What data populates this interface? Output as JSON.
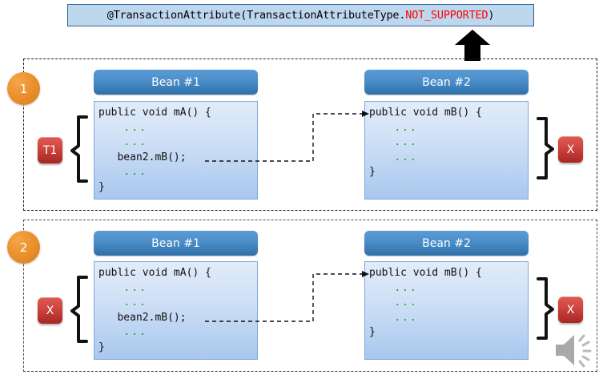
{
  "annotation": {
    "prefix": "@TransactionAttribute(TransactionAttributeType.",
    "highlight": "NOT_SUPPORTED",
    "suffix": ")",
    "highlight_color": "#ff0000",
    "box_fill": "#bdd7ee",
    "box_border": "#2f5f92"
  },
  "arrow": {
    "name": "up-arrow",
    "color": "#000000"
  },
  "scenarios": [
    {
      "number": "1",
      "left_badge": "T1",
      "right_badge": "X",
      "beans": [
        {
          "title": "Bean #1",
          "code": [
            {
              "text": "public void mA() {",
              "kind": "code"
            },
            {
              "text": "...",
              "kind": "dots"
            },
            {
              "text": "...",
              "kind": "dots"
            },
            {
              "text": "bean2.mB();",
              "kind": "code-indent"
            },
            {
              "text": "...",
              "kind": "dots"
            },
            {
              "text": "}",
              "kind": "code"
            }
          ]
        },
        {
          "title": "Bean #2",
          "code": [
            {
              "text": "public void mB() {",
              "kind": "code"
            },
            {
              "text": "...",
              "kind": "dots"
            },
            {
              "text": "...",
              "kind": "dots"
            },
            {
              "text": "...",
              "kind": "dots"
            },
            {
              "text": "}",
              "kind": "code"
            }
          ]
        }
      ]
    },
    {
      "number": "2",
      "left_badge": "X",
      "right_badge": "X",
      "beans": [
        {
          "title": "Bean #1",
          "code": [
            {
              "text": "public void mA() {",
              "kind": "code"
            },
            {
              "text": "...",
              "kind": "dots"
            },
            {
              "text": "...",
              "kind": "dots"
            },
            {
              "text": "bean2.mB();",
              "kind": "code-indent"
            },
            {
              "text": "...",
              "kind": "dots"
            },
            {
              "text": "}",
              "kind": "code"
            }
          ]
        },
        {
          "title": "Bean #2",
          "code": [
            {
              "text": "public void mB() {",
              "kind": "code"
            },
            {
              "text": "...",
              "kind": "dots"
            },
            {
              "text": "...",
              "kind": "dots"
            },
            {
              "text": "...",
              "kind": "dots"
            },
            {
              "text": "}",
              "kind": "code"
            }
          ]
        }
      ]
    }
  ],
  "speaker": {
    "name": "speaker-icon",
    "color": "#a6a6a6"
  },
  "palette": {
    "bean_header_top": "#5b9bd5",
    "bean_header_bottom": "#2f6fa8",
    "bean_body_top": "#e2ecf9",
    "bean_body_bottom": "#a8c8ee",
    "circle": "#ec9330",
    "badge_red": "#d14641",
    "dots_green": "#15a015"
  }
}
